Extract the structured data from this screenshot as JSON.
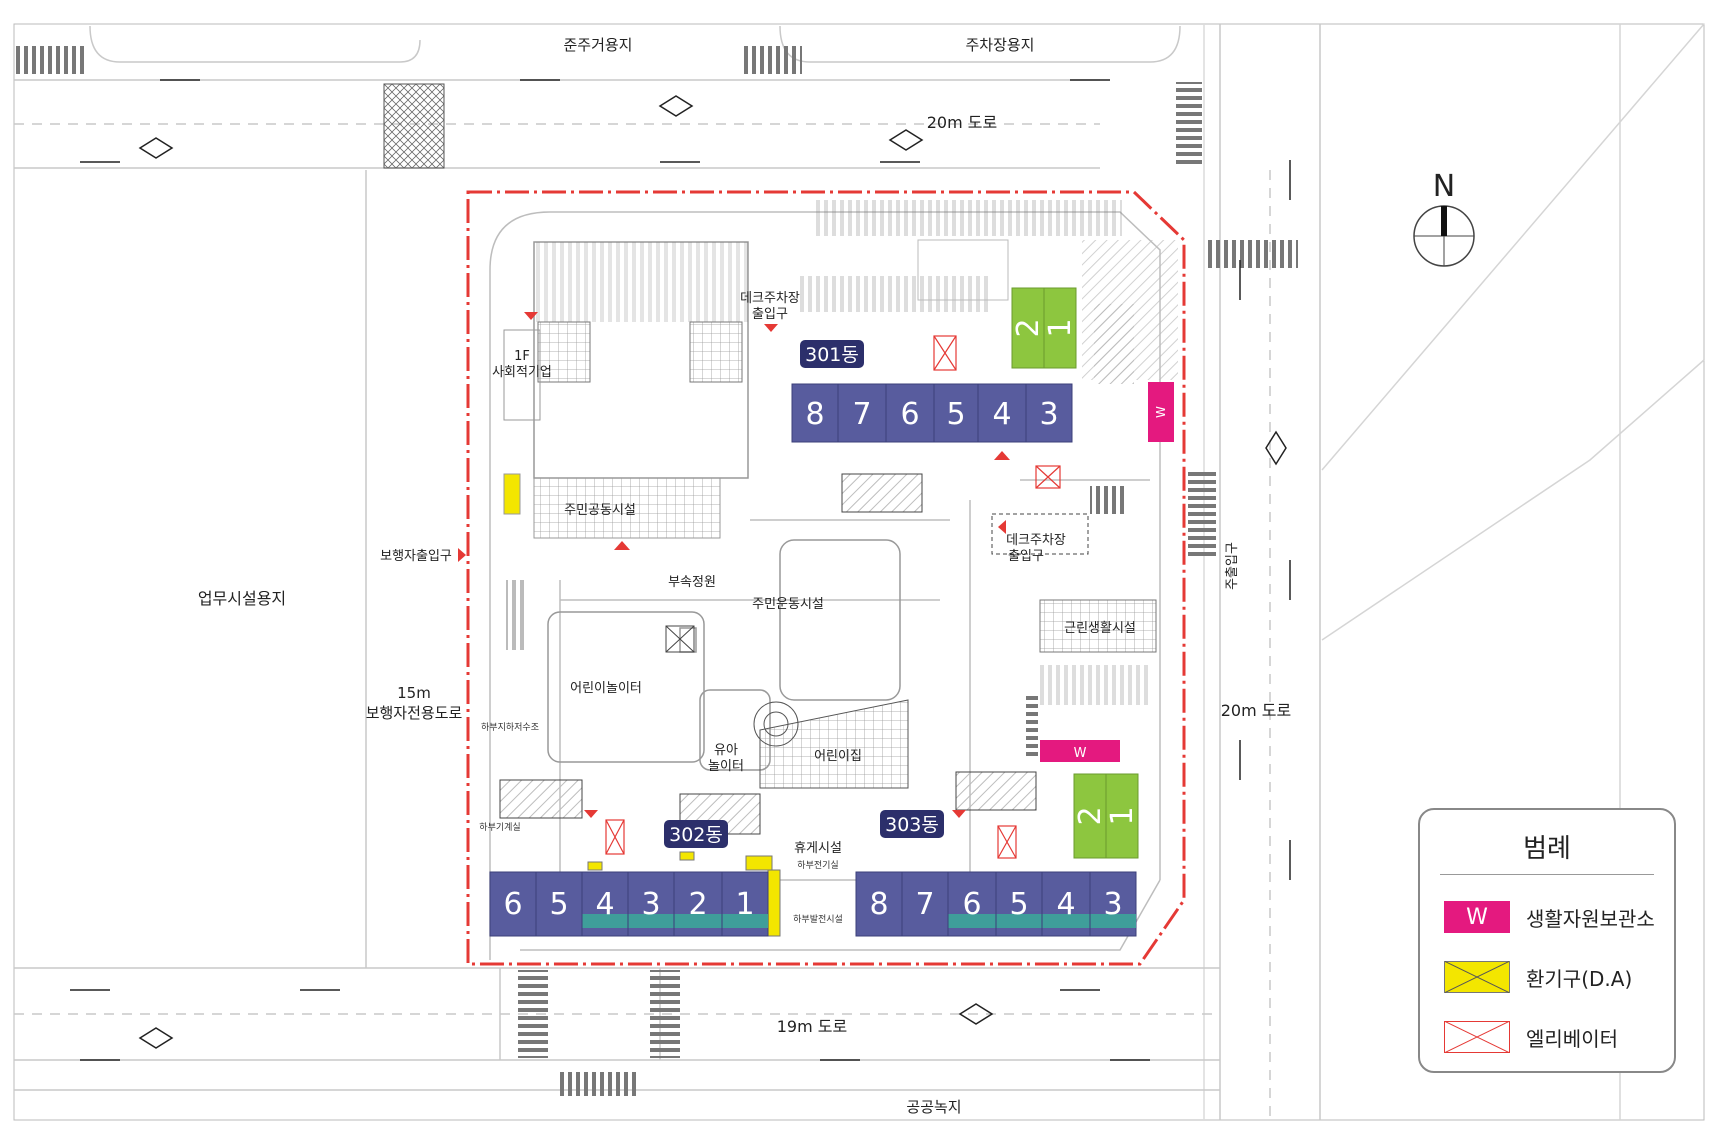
{
  "colors": {
    "site_boundary": "#e53935",
    "building": "#585c9e",
    "building_base": "#3f9e9a",
    "green_unit": "#8dc63f",
    "w_box": "#e4197f",
    "vent": "#f3e600",
    "elevator": "#e53935",
    "road_line": "#cfcfcf"
  },
  "labels": {
    "north": "N",
    "top_left_land": "준주거용지",
    "top_right_land": "주차장용지",
    "left_land": "업무시설용지",
    "bottom_land": "공공녹지",
    "road_top": "20m 도로",
    "road_right": "20m 도로",
    "road_bottom": "19m 도로",
    "ped_road_1": "15m",
    "ped_road_2": "보행자전용도로",
    "ped_entrance": "보행자출입구",
    "main_entrance": "주출입구",
    "deck_entry_1a": "데크주차장",
    "deck_entry_1b": "출입구",
    "deck_entry_2a": "데크주차장",
    "deck_entry_2b": "출입구",
    "social_1": "1F",
    "social_2": "사회적기업",
    "community": "주민공동시설",
    "garden": "부속정원",
    "exercise": "주민운동시설",
    "playground": "어린이놀이터",
    "toddler_1": "유아",
    "toddler_2": "놀이터",
    "daycare": "어린이집",
    "retail": "근린생활시설",
    "septic": "하부지하저수조",
    "rest": "휴게시설",
    "elec": "하부전기실",
    "gen": "하부발전시설",
    "machine": "하부기계실",
    "w_marker": "W"
  },
  "buildings": {
    "b301": {
      "name": "301동",
      "units": [
        "8",
        "7",
        "6",
        "5",
        "4",
        "3"
      ],
      "green": [
        "2",
        "1"
      ]
    },
    "b302": {
      "name": "302동",
      "units": [
        "6",
        "5",
        "4",
        "3",
        "2",
        "1"
      ]
    },
    "b303": {
      "name": "303동",
      "units": [
        "8",
        "7",
        "6",
        "5",
        "4",
        "3"
      ],
      "green": [
        "2",
        "1"
      ]
    }
  },
  "legend": {
    "title": "범례",
    "items": [
      {
        "swatch": "W",
        "label": "생활자원보관소"
      },
      {
        "swatch": "",
        "label": "환기구(D.A)"
      },
      {
        "swatch": "",
        "label": "엘리베이터"
      }
    ]
  }
}
